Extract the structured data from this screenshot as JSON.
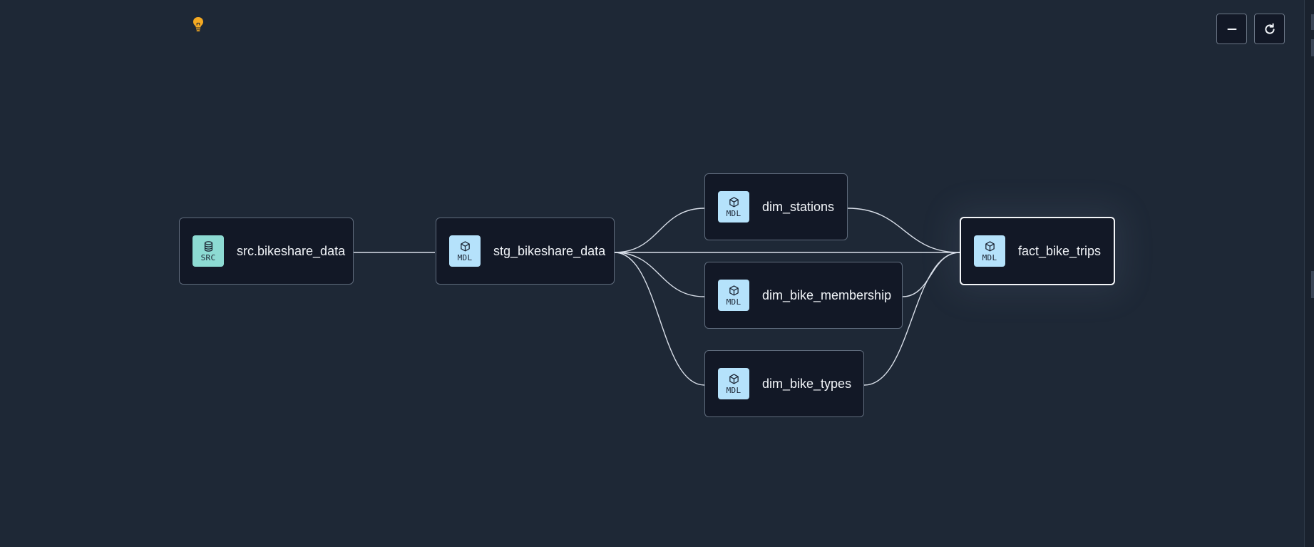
{
  "toolbar": {
    "hint_icon": "lightbulb-icon",
    "zoom_out_icon": "minus-icon",
    "reset_icon": "refresh-icon"
  },
  "colors": {
    "background": "#1e2836",
    "node_bg": "#121826",
    "src_badge": "#8ddbd3",
    "mdl_badge": "#b5e2fb",
    "bulb": "#f4a922"
  },
  "nodes": {
    "src_bikeshare_data": {
      "badge": "SRC",
      "icon": "database-icon",
      "label": "src.bikeshare_data"
    },
    "stg_bikeshare_data": {
      "badge": "MDL",
      "icon": "cube-icon",
      "label": "stg_bikeshare_data"
    },
    "dim_stations": {
      "badge": "MDL",
      "icon": "cube-icon",
      "label": "dim_stations"
    },
    "dim_bike_membership": {
      "badge": "MDL",
      "icon": "cube-icon",
      "label": "dim_bike_membership"
    },
    "dim_bike_types": {
      "badge": "MDL",
      "icon": "cube-icon",
      "label": "dim_bike_types"
    },
    "fact_bike_trips": {
      "badge": "MDL",
      "icon": "cube-icon",
      "label": "fact_bike_trips",
      "selected": true
    }
  },
  "edges": [
    [
      "src_bikeshare_data",
      "stg_bikeshare_data"
    ],
    [
      "stg_bikeshare_data",
      "dim_stations"
    ],
    [
      "stg_bikeshare_data",
      "dim_bike_membership"
    ],
    [
      "stg_bikeshare_data",
      "dim_bike_types"
    ],
    [
      "stg_bikeshare_data",
      "fact_bike_trips"
    ],
    [
      "dim_stations",
      "fact_bike_trips"
    ],
    [
      "dim_bike_membership",
      "fact_bike_trips"
    ],
    [
      "dim_bike_types",
      "fact_bike_trips"
    ]
  ]
}
